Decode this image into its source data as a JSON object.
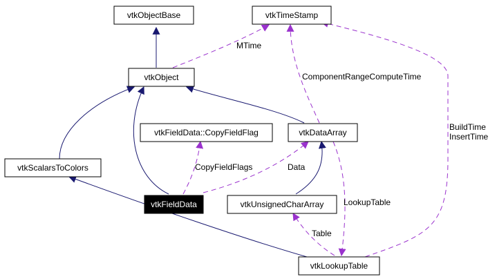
{
  "colors": {
    "inheritance": "#191970",
    "usage": "#9a32cd",
    "highlight_fill": "#000000",
    "highlight_text": "#ffffff",
    "node_border": "#000000"
  },
  "nodes": {
    "vtkObjectBase": "vtkObjectBase",
    "vtkTimeStamp": "vtkTimeStamp",
    "vtkObject": "vtkObject",
    "copyFieldFlag": "vtkFieldData::CopyFieldFlag",
    "vtkDataArray": "vtkDataArray",
    "vtkScalarsToColors": "vtkScalarsToColors",
    "vtkFieldData": "vtkFieldData",
    "vtkUnsignedCharArray": "vtkUnsignedCharArray",
    "vtkLookupTable": "vtkLookupTable"
  },
  "edge_labels": {
    "mtime": "MTime",
    "component_range_compute_time": "ComponentRangeComputeTime",
    "build_time": "BuildTime",
    "insert_time": "InsertTime",
    "copy_field_flags": "CopyFieldFlags",
    "data": "Data",
    "lookup_table": "LookupTable",
    "table": "Table"
  }
}
